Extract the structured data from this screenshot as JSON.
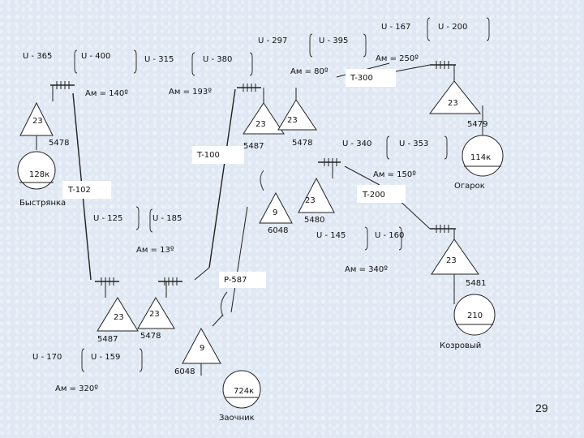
{
  "line_labels": [
    "U - 365",
    "U - 400",
    "U - 315",
    "U - 380",
    "U - 297",
    "U - 395",
    "U - 167",
    "U - 200",
    "U - 340",
    "U - 353",
    "U - 125",
    "U - 185",
    "U - 145",
    "U - 160",
    "U - 170",
    "U - 159"
  ],
  "azimuths": [
    "Aм = 140º",
    "Aм = 193º",
    "Aм = 80º",
    "Aм = 250º",
    "Aм = 150º",
    "Aм = 13º",
    "Aм = 340º",
    "Aм = 320º"
  ],
  "transformers": [
    "23",
    "23",
    "23",
    "23",
    "23",
    "23",
    "23",
    "23",
    "9",
    "9"
  ],
  "codes": [
    "5478",
    "5487",
    "5478",
    "5479",
    "5480",
    "6048",
    "5481",
    "5487",
    "5478",
    "6048"
  ],
  "tags": [
    "T-300",
    "T-100",
    "T-102",
    "T-200",
    "P-587"
  ],
  "circles": [
    "128к",
    "114к",
    "210",
    "724к"
  ],
  "places": [
    "Быстрянка",
    "Огарок",
    "Козровый",
    "Заочник"
  ],
  "page_number": "29"
}
